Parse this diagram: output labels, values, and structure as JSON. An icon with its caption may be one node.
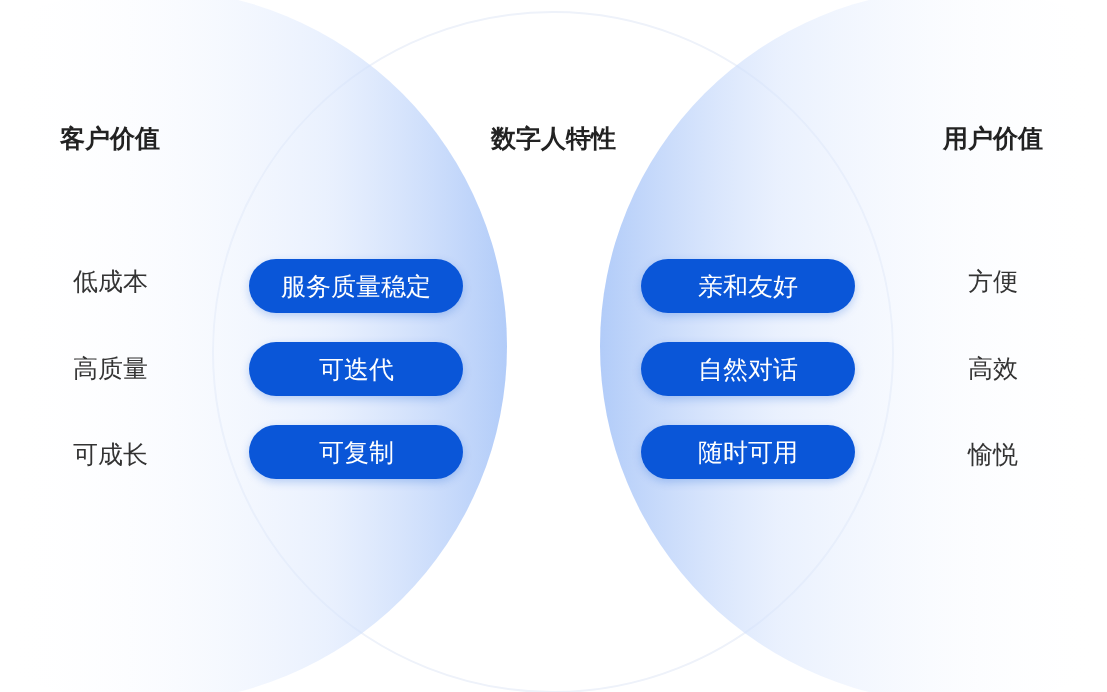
{
  "diagram": {
    "nodes": [
      {
        "text": [
          "服务质量稳定"
        ]
      },
      {
        "text": [
          "可迭代"
        ]
      },
      {
        "text": [
          "可复制"
        ]
      },
      {
        "text": [
          "亲和友好"
        ]
      },
      {
        "text": [
          "自然对话"
        ]
      },
      {
        "text": [
          "随时可用"
        ]
      }
    ],
    "labels": [
      "客户价值",
      "数字人特性",
      "用户价值",
      "低成本",
      "方便",
      "高质量",
      "高效",
      "可成长",
      "愉悦"
    ]
  }
}
